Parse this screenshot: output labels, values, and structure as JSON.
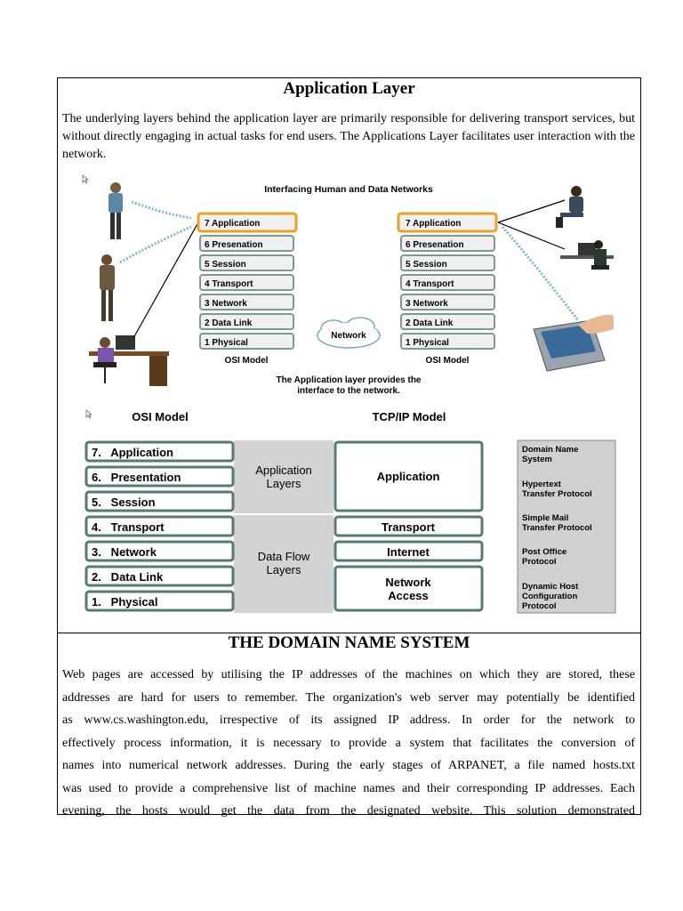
{
  "section1": {
    "title": "Application Layer",
    "paragraph": "The underlying layers behind the application layer are primarily responsible for delivering transport services, but without directly engaging in actual tasks for end users. The Applications Layer facilitates user interaction with the network."
  },
  "figure1": {
    "title": "Interfacing Human and Data Networks",
    "left_stack": [
      "7 Application",
      "6 Presenation",
      "5 Session",
      "4 Transport",
      "3 Network",
      "2 Data Link",
      "1 Physical"
    ],
    "right_stack": [
      "7 Application",
      "6 Presenation",
      "5 Session",
      "4 Transport",
      "3 Network",
      "2 Data Link",
      "1 Physical"
    ],
    "left_caption": "OSI Model",
    "right_caption": "OSI Model",
    "cloud_label": "Network",
    "caption_line1": "The Application layer provides the",
    "caption_line2": "interface to the network."
  },
  "figure2": {
    "osi_heading": "OSI Model",
    "tcp_heading": "TCP/IP Model",
    "osi_layers": [
      "7.   Application",
      "6.   Presentation",
      "5.   Session",
      "4.   Transport",
      "3.   Network",
      "2.   Data Link",
      "1.   Physical"
    ],
    "group_app_line1": "Application",
    "group_app_line2": "Layers",
    "group_flow_line1": "Data Flow",
    "group_flow_line2": "Layers",
    "tcp_application": "Application",
    "tcp_transport": "Transport",
    "tcp_internet": "Internet",
    "tcp_access_line1": "Network",
    "tcp_access_line2": "Access",
    "protocols": [
      [
        "Domain Name",
        "System"
      ],
      [
        "Hypertext",
        "Transfer Protocol"
      ],
      [
        "Simple Mail",
        "Transfer Protocol"
      ],
      [
        "Post Office",
        "Protocol"
      ],
      [
        "Dynamic Host",
        "Configuration",
        "Protocol"
      ]
    ]
  },
  "section2": {
    "title": "THE DOMAIN NAME SYSTEM",
    "lines": [
      "Web pages are accessed by utilising the IP addresses of the machines on which they are stored, these",
      "addresses are hard for users to remember. The organization's web server may potentially be identified",
      "as www.cs.washington.edu, irrespective of its assigned IP address. In order for the network to",
      "effectively process information, it is necessary to provide a system that facilitates the conversion of",
      "names into numerical network addresses. During the early stages of ARPANET, a file named hosts.txt",
      "was used to provide a comprehensive list of machine names and their corresponding IP addresses. Each",
      "evening, the hosts would get the data from the designated website. This solution demonstrated"
    ]
  },
  "colors": {
    "highlight_orange": "#f0a020",
    "layer_box_fill": "#e8ecec",
    "layer_box_stroke": "#557a70",
    "band_gray": "#d0d0d0"
  }
}
